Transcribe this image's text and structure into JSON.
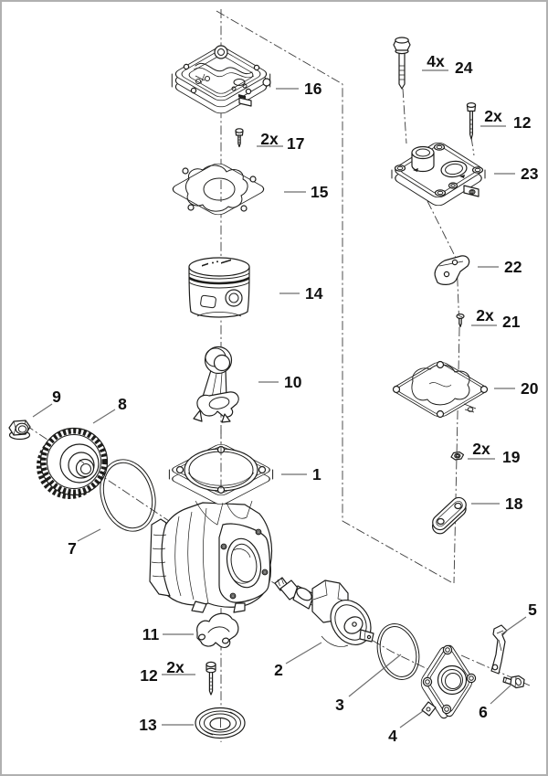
{
  "diagram": {
    "kind": "exploded-parts-diagram",
    "subject": "piston air compressor assembly",
    "part_numbers_shown": [
      "1",
      "2",
      "3",
      "4",
      "5",
      "6",
      "7",
      "8",
      "9",
      "10",
      "11",
      "12",
      "13",
      "14",
      "15",
      "16",
      "17",
      "18",
      "19",
      "20",
      "21",
      "22",
      "23",
      "24"
    ]
  },
  "colors": {
    "line": "#1d1d1b",
    "leader": "#6d6d6d",
    "label": "#111111",
    "background": "#ffffff",
    "border": "#b0b0b0"
  },
  "callouts": [
    {
      "label": "16"
    },
    {
      "label": "17",
      "qty": "2x"
    },
    {
      "label": "15"
    },
    {
      "label": "14"
    },
    {
      "label": "10"
    },
    {
      "label": "9"
    },
    {
      "label": "8"
    },
    {
      "label": "7"
    },
    {
      "label": "1"
    },
    {
      "label": "2"
    },
    {
      "label": "3"
    },
    {
      "label": "4"
    },
    {
      "label": "5"
    },
    {
      "label": "6"
    },
    {
      "label": "24",
      "qty": "4x"
    },
    {
      "label": "12",
      "qty": "2x"
    },
    {
      "label": "23"
    },
    {
      "label": "22"
    },
    {
      "label": "21",
      "qty": "2x"
    },
    {
      "label": "20"
    },
    {
      "label": "19",
      "qty": "2x"
    },
    {
      "label": "18"
    },
    {
      "label": "11"
    },
    {
      "label": "12",
      "qty": "2x"
    },
    {
      "label": "13"
    }
  ]
}
